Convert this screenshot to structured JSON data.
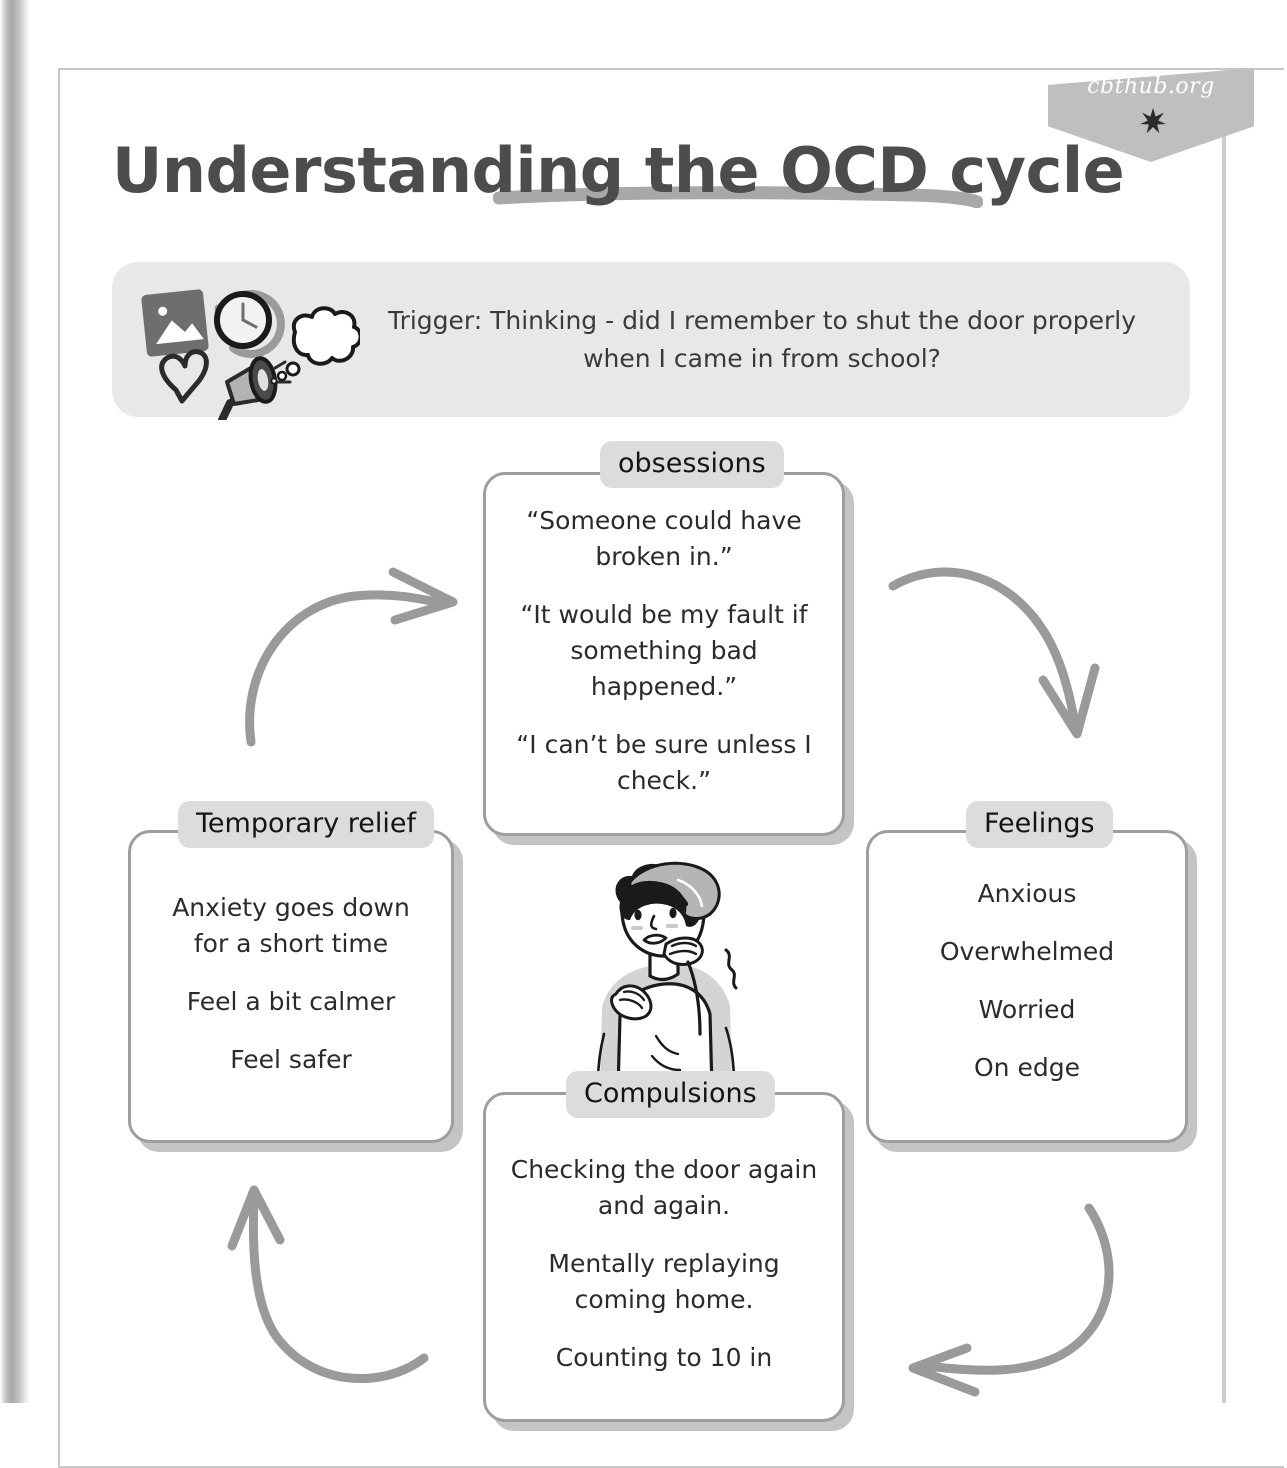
{
  "page": {
    "title": "Understanding the OCD cycle",
    "watermark": "cbthub.org",
    "star_icon": "star-burst-icon"
  },
  "trigger": {
    "text": "Trigger: Thinking - did I remember to shut the door properly when I came in from school?",
    "icons": [
      "image-icon",
      "clock-history-icon",
      "heart-icon",
      "megaphone-icon",
      "thought-cloud-icon"
    ]
  },
  "cycle": {
    "obsessions": {
      "label": "obsessions",
      "lines": [
        "“Someone could have broken in.”",
        "“It would be my fault if something bad happened.”",
        "“I can’t be sure unless I check.”"
      ]
    },
    "feelings": {
      "label": "Feelings",
      "lines": [
        "Anxious",
        "Overwhelmed",
        "Worried",
        "On edge"
      ]
    },
    "compulsions": {
      "label": "Compulsions",
      "lines": [
        "Checking the door again and again.",
        "Mentally replaying coming home.",
        "Counting to 10 in"
      ]
    },
    "relief": {
      "label": "Temporary relief",
      "lines": [
        "Anxiety goes down for a short time",
        "Feel a bit calmer",
        "Feel safer"
      ]
    }
  },
  "illustration": {
    "name": "worried-person-thinking-illustration"
  },
  "arrows": [
    {
      "name": "arrow-relief-to-obsessions",
      "direction": "right"
    },
    {
      "name": "arrow-obsessions-to-feelings",
      "direction": "down-right"
    },
    {
      "name": "arrow-feelings-to-compulsions",
      "direction": "left"
    },
    {
      "name": "arrow-compulsions-to-relief",
      "direction": "up-left"
    }
  ],
  "colors": {
    "title": "#4c4c4c",
    "banner_bg": "#e8e8e8",
    "tab_bg": "#dcdcdc",
    "box_border": "#9e9e9e",
    "box_shadow": "#c4c4c4",
    "arrow": "#9a9a9a",
    "ribbon": "#bfbfbf"
  }
}
